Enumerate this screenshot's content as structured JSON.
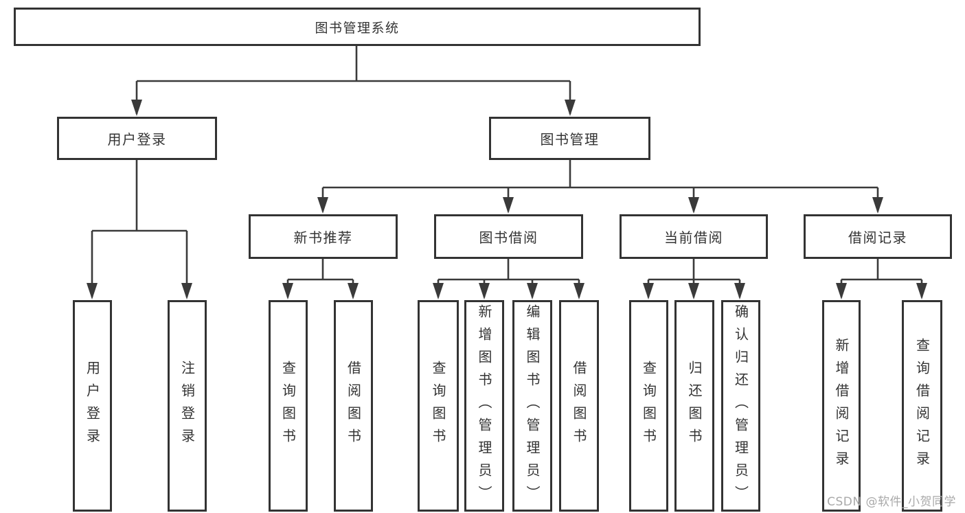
{
  "tree": {
    "root": {
      "label": "图书管理系统"
    },
    "user_login": {
      "label": "用户登录",
      "children": {
        "login": {
          "label": "用户登录"
        },
        "logout": {
          "label": "注销登录"
        }
      }
    },
    "book_management": {
      "label": "图书管理",
      "children": {
        "new_book_recommend": {
          "label": "新书推荐",
          "children": {
            "query_books": {
              "label": "查询图书"
            },
            "borrow_books": {
              "label": "借阅图书"
            }
          }
        },
        "book_borrowing": {
          "label": "图书借阅",
          "children": {
            "query_books": {
              "label": "查询图书"
            },
            "add_books": {
              "label": "新增图书（管理员）"
            },
            "edit_books": {
              "label": "编辑图书（管理员）"
            },
            "borrow_books": {
              "label": "借阅图书"
            }
          }
        },
        "current_borrowing": {
          "label": "当前借阅",
          "children": {
            "query_books": {
              "label": "查询图书"
            },
            "return_books": {
              "label": "归还图书"
            },
            "confirm_return": {
              "label": "确认归还（管理员）"
            }
          }
        },
        "borrowing_records": {
          "label": "借阅记录",
          "children": {
            "add_record": {
              "label": "新增借阅记录"
            },
            "query_record": {
              "label": "查询借阅记录"
            }
          }
        }
      }
    }
  },
  "watermark": {
    "text": "CSDN @软件_小贺同学"
  },
  "colors": {
    "line": "#3a3a3a",
    "box_border": "#333333",
    "box_fill": "#ffffff",
    "text": "#333333",
    "watermark": "#a9a9a9"
  }
}
